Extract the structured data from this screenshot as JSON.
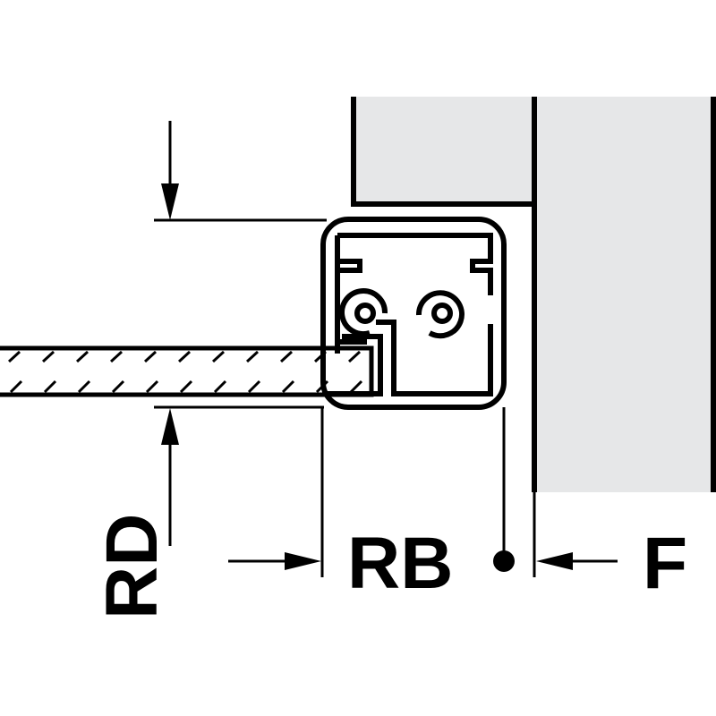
{
  "diagram": {
    "labels": {
      "rail_depth": "RD",
      "rail_width": "RB",
      "front_offset": "F"
    },
    "colors": {
      "line": "#000000",
      "panel_fill": "#e6e7e8",
      "background": "#ffffff"
    }
  }
}
